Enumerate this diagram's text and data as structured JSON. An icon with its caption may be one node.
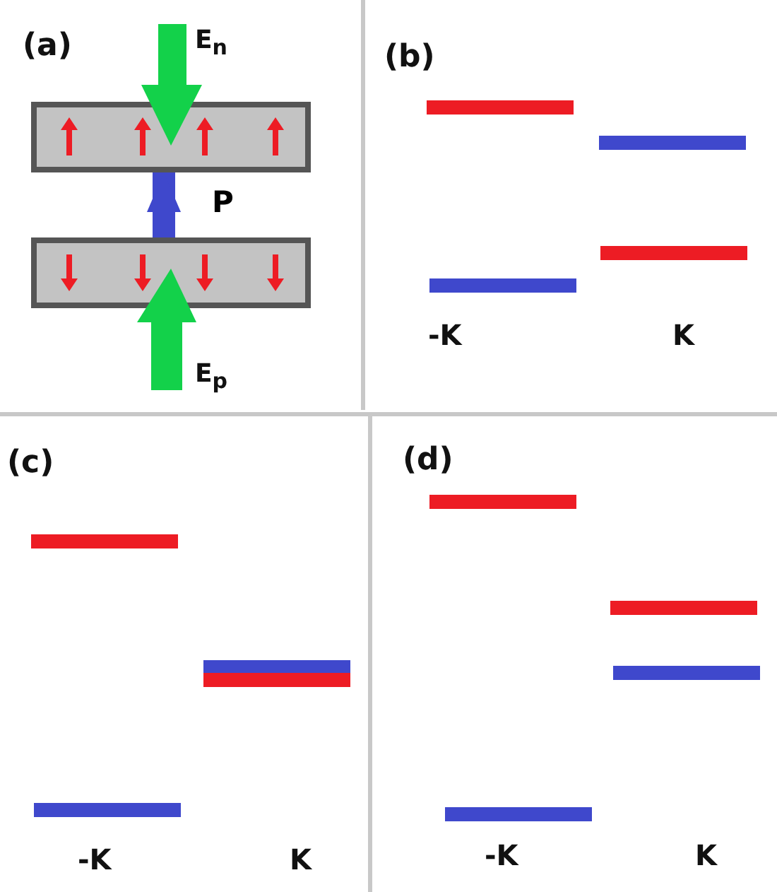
{
  "diagram": {
    "nodes": [
      {
        "text": [],
        "shape": "box"
      },
      {
        "text": [],
        "shape": "box"
      }
    ],
    "edges": [
      {
        "from": 1,
        "to": 0,
        "arrow": "to",
        "label": "P",
        "color": "#3f48cc"
      }
    ],
    "labels": [
      "(a)",
      "E$_{n}$",
      "E$_{p}$",
      "(b)",
      "-K",
      "K",
      "(c)",
      "-K",
      "K",
      "(d)",
      "-K",
      "K"
    ]
  }
}
